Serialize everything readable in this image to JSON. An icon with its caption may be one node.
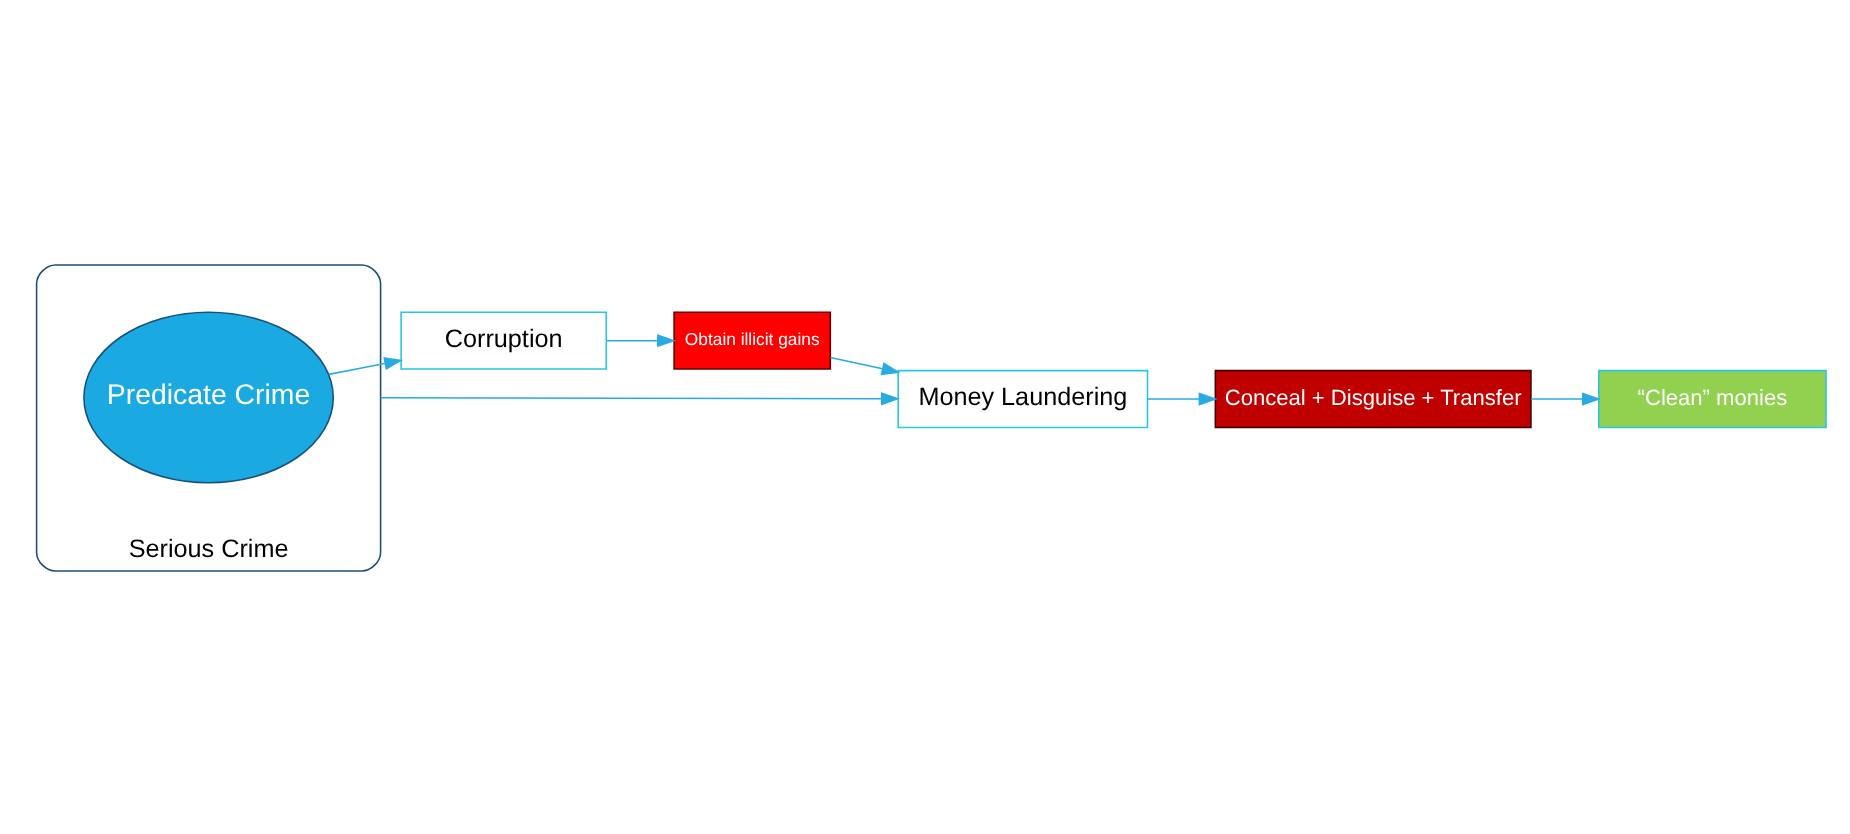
{
  "diagram": {
    "nodes": [
      {
        "text": [
          "Serious Crime"
        ]
      },
      {
        "text": [
          "Predicate Crime"
        ],
        "in": 0
      },
      {
        "text": [
          "Corruption"
        ]
      },
      {
        "text": [
          "Obtain illicit gains"
        ]
      },
      {
        "text": [
          "Money Laundering"
        ]
      },
      {
        "text": [
          "Conceal + Disguise + Transfer"
        ]
      },
      {
        "text": [
          "“Clean” monies"
        ]
      }
    ],
    "edges": [
      {
        "from": 1,
        "to": 2,
        "arrow": "to"
      },
      {
        "from": 2,
        "to": 3,
        "arrow": "to"
      },
      {
        "from": 3,
        "to": 4,
        "arrow": "to"
      },
      {
        "from": 0,
        "to": 4,
        "arrow": "to"
      },
      {
        "from": 4,
        "to": 5,
        "arrow": "to"
      },
      {
        "from": 5,
        "to": 6,
        "arrow": "to"
      }
    ]
  }
}
